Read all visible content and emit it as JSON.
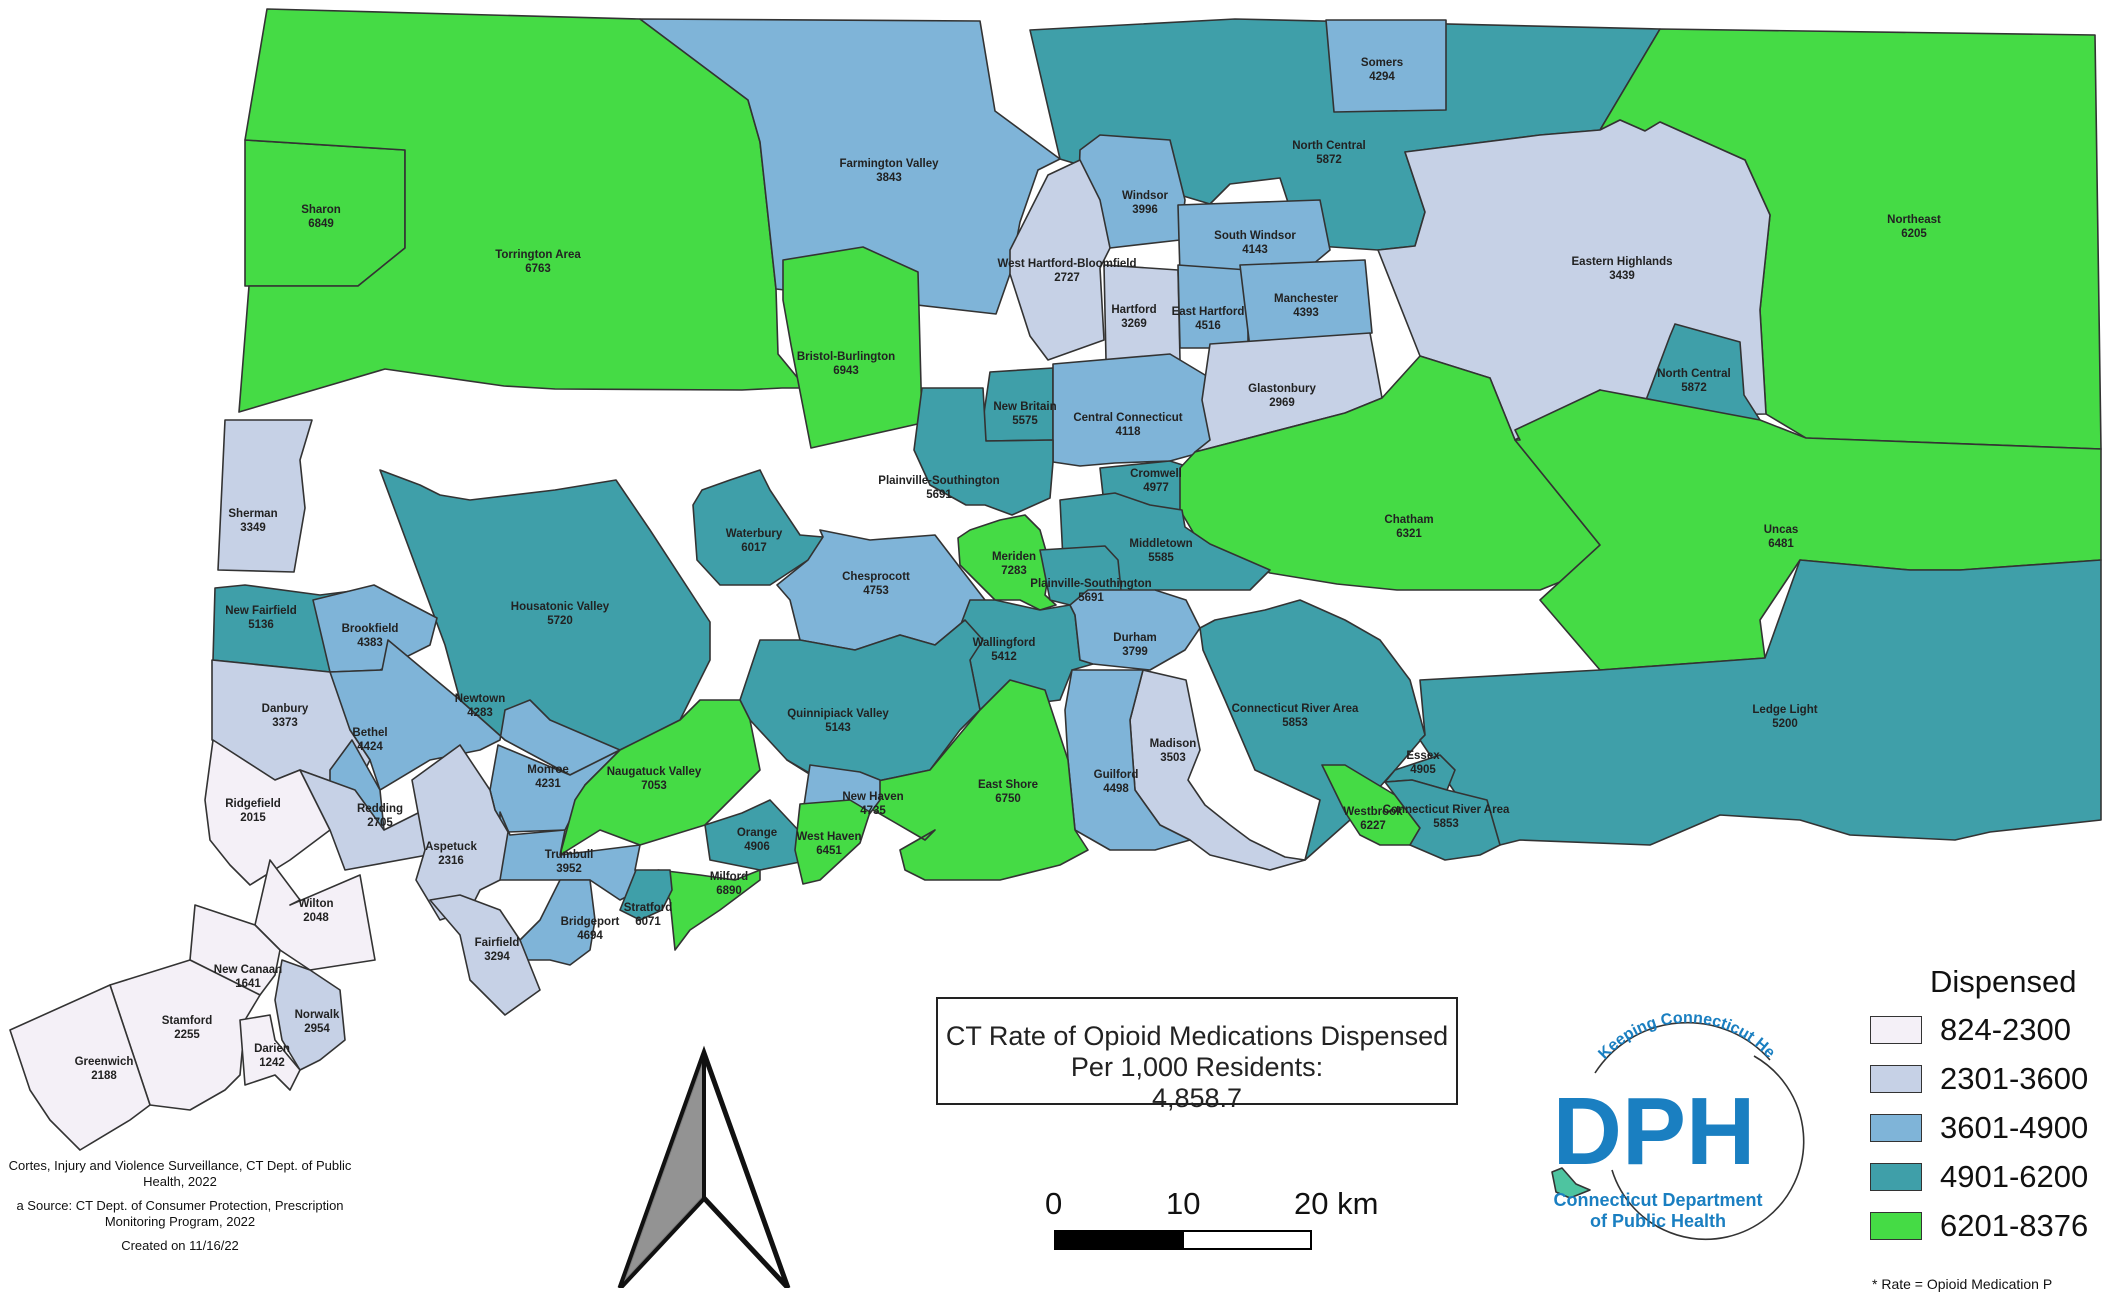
{
  "title": {
    "line1": "CT Rate of Opioid Medications Dispensed",
    "line2": "Per 1,000 Residents:",
    "value": "4,858.7"
  },
  "legend": {
    "title": "Dispensed",
    "classes": [
      {
        "range": "824-2300",
        "color": "#f4f0f7"
      },
      {
        "range": "2301-3600",
        "color": "#c6d1e6"
      },
      {
        "range": "3601-4900",
        "color": "#7fb4d8"
      },
      {
        "range": "4901-6200",
        "color": "#3f9fa9"
      },
      {
        "range": "6201-8376",
        "color": "#45db45"
      }
    ],
    "footnote": "* Rate = Opioid Medication P"
  },
  "credits": {
    "author": "Cortes, Injury and Violence Surveillance, CT Dept. of Public Health, 2022",
    "source": "a Source: CT Dept. of Consumer Protection, Prescription Monitoring Program, 2022",
    "created": "Created on 11/16/22"
  },
  "scale_bar": {
    "labels": [
      "0",
      "10",
      "20 km"
    ]
  },
  "logo": {
    "arc_text": "Keeping Connecticut Healthy",
    "letters": "DPH",
    "line1": "Connecticut Department",
    "line2": "of Public Health",
    "color": "#1a7fc1",
    "accent": "#4ec4a0"
  },
  "regions": [
    {
      "name": "Sharon",
      "rate": "6849",
      "cls": 4
    },
    {
      "name": "Torrington Area",
      "rate": "6763",
      "cls": 4
    },
    {
      "name": "Farmington Valley",
      "rate": "3843",
      "cls": 2
    },
    {
      "name": "North Central",
      "rate": "5872",
      "cls": 3
    },
    {
      "name": "Somers",
      "rate": "4294",
      "cls": 2
    },
    {
      "name": "Northeast",
      "rate": "6205",
      "cls": 4
    },
    {
      "name": "Eastern Highlands",
      "rate": "3439",
      "cls": 1
    },
    {
      "name": "North Central",
      "rate": "5872",
      "cls": 3
    },
    {
      "name": "Windsor",
      "rate": "3996",
      "cls": 2
    },
    {
      "name": "South Windsor",
      "rate": "4143",
      "cls": 2
    },
    {
      "name": "West Hartford-Bloomfield",
      "rate": "2727",
      "cls": 1
    },
    {
      "name": "Hartford",
      "rate": "3269",
      "cls": 1
    },
    {
      "name": "East Hartford",
      "rate": "4516",
      "cls": 2
    },
    {
      "name": "Manchester",
      "rate": "4393",
      "cls": 2
    },
    {
      "name": "Bristol-Burlington",
      "rate": "6943",
      "cls": 4
    },
    {
      "name": "New Britain",
      "rate": "5575",
      "cls": 3
    },
    {
      "name": "Central Connecticut",
      "rate": "4118",
      "cls": 2
    },
    {
      "name": "Glastonbury",
      "rate": "2969",
      "cls": 1
    },
    {
      "name": "Sherman",
      "rate": "3349",
      "cls": 1
    },
    {
      "name": "Plainville-Southington",
      "rate": "5691",
      "cls": 3
    },
    {
      "name": "Cromwell",
      "rate": "4977",
      "cls": 3
    },
    {
      "name": "Chatham",
      "rate": "6321",
      "cls": 4
    },
    {
      "name": "Uncas",
      "rate": "6481",
      "cls": 4
    },
    {
      "name": "Waterbury",
      "rate": "6017",
      "cls": 3
    },
    {
      "name": "Meriden",
      "rate": "7283",
      "cls": 4
    },
    {
      "name": "Middletown",
      "rate": "5585",
      "cls": 3
    },
    {
      "name": "Chesprocott",
      "rate": "4753",
      "cls": 2
    },
    {
      "name": "Plainville-Southington",
      "rate": "5691",
      "cls": 3
    },
    {
      "name": "New Fairfield",
      "rate": "5136",
      "cls": 3
    },
    {
      "name": "Housatonic Valley",
      "rate": "5720",
      "cls": 3
    },
    {
      "name": "Brookfield",
      "rate": "4383",
      "cls": 2
    },
    {
      "name": "Wallingford",
      "rate": "5412",
      "cls": 3
    },
    {
      "name": "Durham",
      "rate": "3799",
      "cls": 2
    },
    {
      "name": "Newtown",
      "rate": "4283",
      "cls": 2
    },
    {
      "name": "Danbury",
      "rate": "3373",
      "cls": 1
    },
    {
      "name": "Bethel",
      "rate": "4424",
      "cls": 2
    },
    {
      "name": "Quinnipiack Valley",
      "rate": "5143",
      "cls": 3
    },
    {
      "name": "Connecticut River Area",
      "rate": "5853",
      "cls": 3
    },
    {
      "name": "Ledge Light",
      "rate": "5200",
      "cls": 3
    },
    {
      "name": "Madison",
      "rate": "3503",
      "cls": 1
    },
    {
      "name": "Monroe",
      "rate": "4231",
      "cls": 2
    },
    {
      "name": "Naugatuck Valley",
      "rate": "7053",
      "cls": 4
    },
    {
      "name": "Guilford",
      "rate": "4498",
      "cls": 2
    },
    {
      "name": "Essex",
      "rate": "4905",
      "cls": 3
    },
    {
      "name": "Ridgefield",
      "rate": "2015",
      "cls": 0
    },
    {
      "name": "Redding",
      "rate": "2705",
      "cls": 1
    },
    {
      "name": "East Shore",
      "rate": "6750",
      "cls": 4
    },
    {
      "name": "New Haven",
      "rate": "4735",
      "cls": 2
    },
    {
      "name": "Orange",
      "rate": "4906",
      "cls": 3
    },
    {
      "name": "West Haven",
      "rate": "6451",
      "cls": 4
    },
    {
      "name": "Westbrook",
      "rate": "6227",
      "cls": 4
    },
    {
      "name": "Connecticut River Area",
      "rate": "5853",
      "cls": 3
    },
    {
      "name": "Trumbull",
      "rate": "3952",
      "cls": 2
    },
    {
      "name": "Aspetuck",
      "rate": "2316",
      "cls": 1
    },
    {
      "name": "Milford",
      "rate": "6890",
      "cls": 4
    },
    {
      "name": "Wilton",
      "rate": "2048",
      "cls": 0
    },
    {
      "name": "Stratford",
      "rate": "6071",
      "cls": 3
    },
    {
      "name": "Bridgeport",
      "rate": "4694",
      "cls": 2
    },
    {
      "name": "Fairfield",
      "rate": "3294",
      "cls": 1
    },
    {
      "name": "New Canaan",
      "rate": "1641",
      "cls": 0
    },
    {
      "name": "Norwalk",
      "rate": "2954",
      "cls": 1
    },
    {
      "name": "Stamford",
      "rate": "2255",
      "cls": 0
    },
    {
      "name": "Darien",
      "rate": "1242",
      "cls": 0
    },
    {
      "name": "Greenwich",
      "rate": "2188",
      "cls": 0
    }
  ]
}
